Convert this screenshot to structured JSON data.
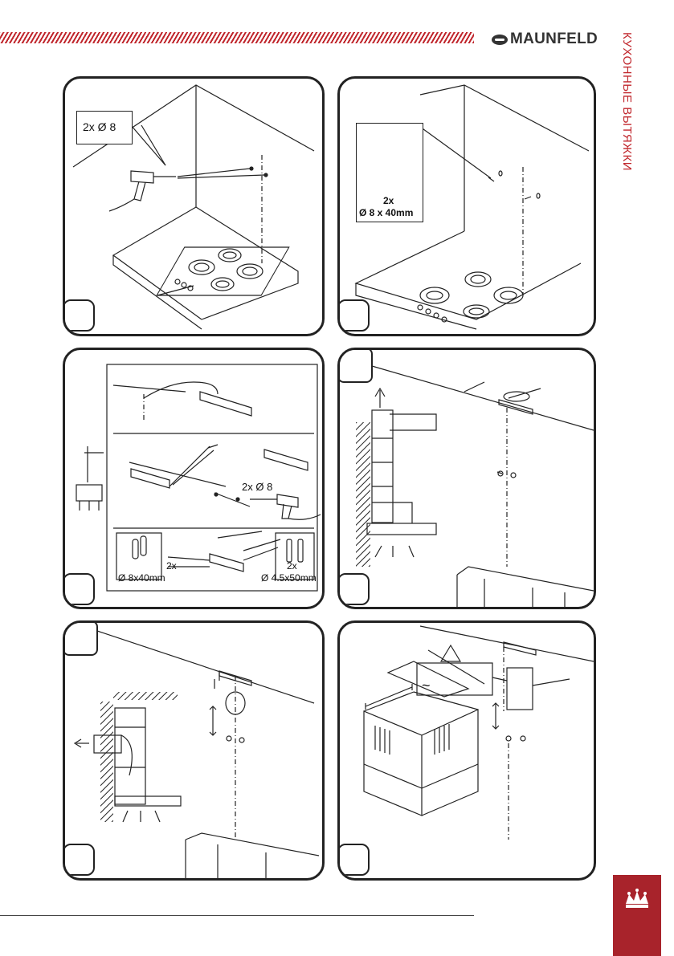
{
  "header": {
    "brand": "MAUNFELD",
    "side_label": "КУХОННЫЕ ВЫТЯЖКИ"
  },
  "colors": {
    "accent": "#c0262c",
    "tab": "#a8232b",
    "line": "#222222"
  },
  "panels": {
    "p1": {
      "callout": "2x Ø 8"
    },
    "p2": {
      "qty": "2x",
      "spec": "Ø 8 x 40mm"
    },
    "p3": {
      "drill": "2x Ø 8",
      "left_qty": "2x",
      "left_spec": "Ø 8x40mm",
      "right_qty": "2x",
      "right_spec": "Ø 4.5x50mm"
    },
    "p6": {
      "tilde": "~"
    }
  },
  "icons": [
    "drill-icon",
    "house-icon",
    "crown-icon",
    "warning-icon",
    "logo-icon"
  ]
}
